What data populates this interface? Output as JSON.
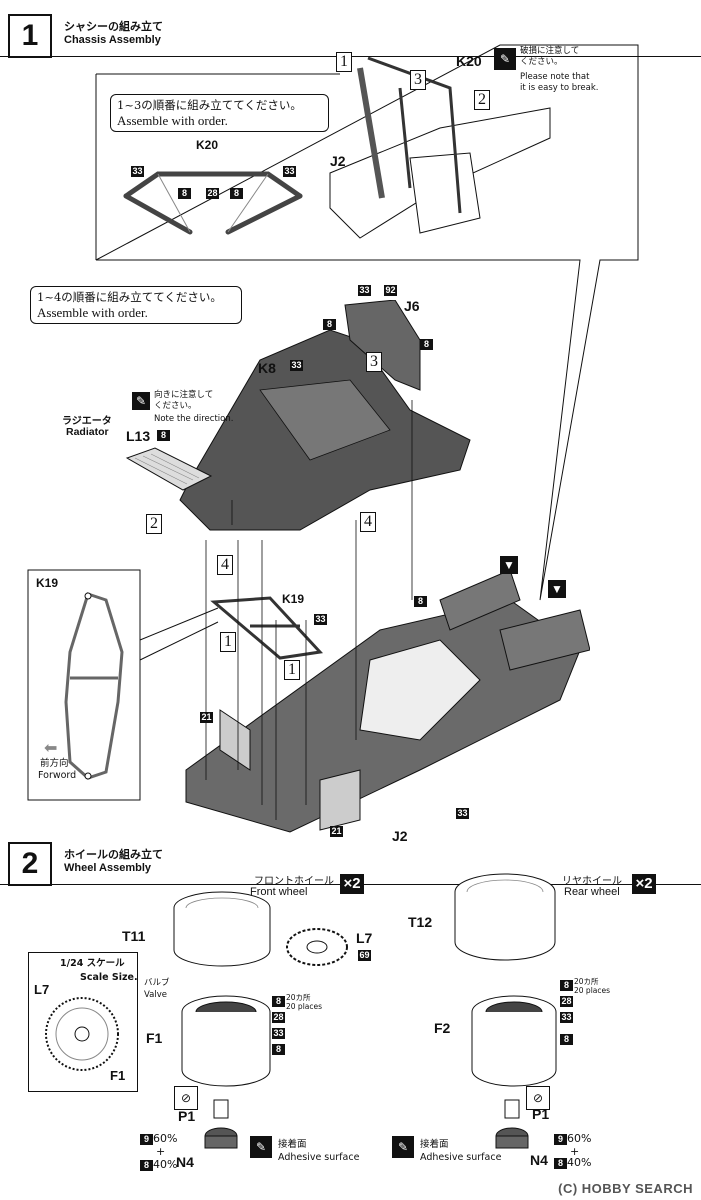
{
  "step1": {
    "number": "1",
    "title_ja": "シャシーの組み立て",
    "title_en": "Chassis Assembly",
    "note1_ja": "1~3の順番に組み立ててください。",
    "note1_en": "Assemble with order.",
    "note2_ja": "1~4の順番に組み立ててください。",
    "note2_en": "Assemble with order.",
    "caution_ja": "破損に注意して\nください。",
    "caution_en": "Please note that\nit is easy to break.",
    "direction_ja": "向きに注意して\nください。",
    "direction_en": "Note the direction.",
    "radiator_ja": "ラジエータ",
    "radiator_en": "Radiator",
    "forward_ja": "前方向",
    "forward_en": "Forword",
    "parts": {
      "k20": "K20",
      "j2": "J2",
      "j6": "J6",
      "k8": "K8",
      "l13": "L13",
      "k19": "K19"
    },
    "nums": {
      "n33": "33",
      "n8": "8",
      "n28": "28",
      "n92": "92",
      "n21": "21"
    },
    "orders": {
      "o1": "1",
      "o2": "2",
      "o3": "3",
      "o4": "4"
    }
  },
  "step2": {
    "number": "2",
    "title_ja": "ホイールの組み立て",
    "title_en": "Wheel Assembly",
    "front_ja": "フロントホイール",
    "front_en": "Front wheel",
    "rear_ja": "リヤホイール",
    "rear_en": "Rear wheel",
    "times": "×2",
    "scale_ja": "1/24 スケール",
    "scale_en": "Scale Size.",
    "valve_ja": "バルブ",
    "valve_en": "Valve",
    "places_ja": "20カ所",
    "places_en": "20 places",
    "adhesive_ja": "接着面",
    "adhesive_en": "Adhesive surface",
    "pct60": "60%",
    "pct40": "40%",
    "plus": "+",
    "parts": {
      "t11": "T11",
      "t12": "T12",
      "l7": "L7",
      "f1": "F1",
      "f2": "F2",
      "p1": "P1",
      "n4": "N4"
    },
    "nums": {
      "n69": "69",
      "n8": "8",
      "n28": "28",
      "n33": "33",
      "n9": "9"
    }
  },
  "watermark": "(C) HOBBY SEARCH"
}
